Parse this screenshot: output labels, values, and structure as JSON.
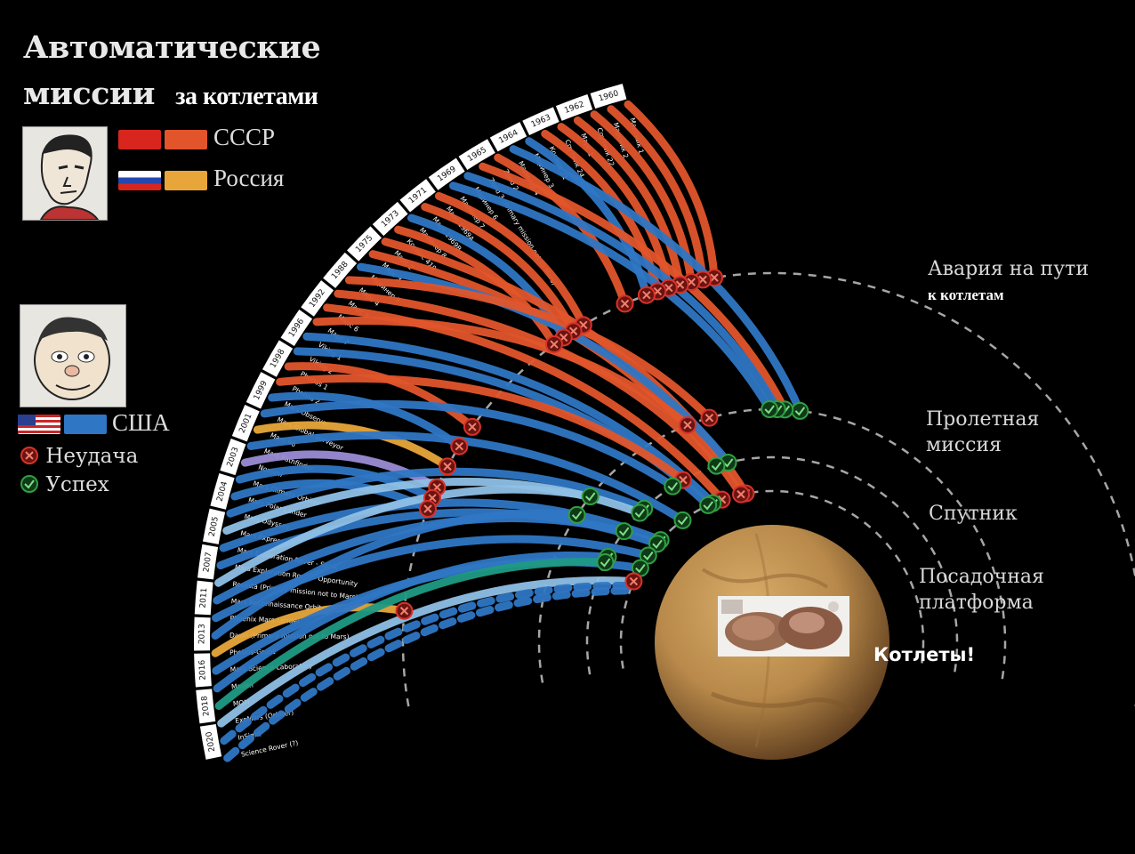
{
  "title": {
    "line1": "Автоматические",
    "line2": "миссии",
    "line2_extra": "за котлетами"
  },
  "legend": {
    "ussr": "СССР",
    "russia": "Россия",
    "usa": "США",
    "fail": "Неудача",
    "success": "Успех"
  },
  "zones": {
    "crash": "Авария на пути",
    "crash2": "к котлетам",
    "flyby1": "Пролетная",
    "flyby2": "миссия",
    "orbit": "Спутник",
    "lander1": "Посадочная",
    "lander2": "платформа"
  },
  "center_label": "Котлеты!",
  "colors": {
    "ussr": "#e2552b",
    "russia": "#e8a63a",
    "usa": "#2f76c4",
    "usa_light": "#8fc0e6",
    "esa_green": "#1f9a84",
    "purple": "#9a8cd4",
    "sand": "#d8c8a0",
    "mars": "#b8894a",
    "fail": "#d8322a",
    "success": "#2fa043"
  },
  "years": [
    "1960",
    "1962",
    "1963",
    "1964",
    "1965",
    "1969",
    "1971",
    "1973",
    "1975",
    "1988",
    "1992",
    "1996",
    "1998",
    "1999",
    "2001",
    "2003",
    "2004",
    "2005",
    "2007",
    "2011",
    "2013",
    "2016",
    "2018",
    "2020"
  ],
  "missions": [
    {
      "name": "Марсник 1",
      "agency": "ussr",
      "outcome": "fail",
      "zone": "crash"
    },
    {
      "name": "Марсник 2",
      "agency": "ussr",
      "outcome": "fail",
      "zone": "crash"
    },
    {
      "name": "Спутник 22",
      "agency": "ussr",
      "outcome": "fail",
      "zone": "crash"
    },
    {
      "name": "Марс 1",
      "agency": "ussr",
      "outcome": "fail",
      "zone": "crash"
    },
    {
      "name": "Спутник 24",
      "agency": "ussr",
      "outcome": "fail",
      "zone": "crash"
    },
    {
      "name": "Космос 21",
      "agency": "ussr",
      "outcome": "fail",
      "zone": "crash"
    },
    {
      "name": "Маринер 3",
      "agency": "usa",
      "outcome": "fail",
      "zone": "crash"
    },
    {
      "name": "Маринер 4",
      "agency": "usa",
      "outcome": "success",
      "zone": "flyby"
    },
    {
      "name": "Zond 2",
      "agency": "ussr",
      "outcome": "fail",
      "zone": "crash"
    },
    {
      "name": "Zond 3 (Primary mission not to Mars)",
      "agency": "ussr",
      "outcome": "success",
      "zone": "flyby"
    },
    {
      "name": "Маринер 6",
      "agency": "usa",
      "outcome": "success",
      "zone": "flyby"
    },
    {
      "name": "Маринер 7",
      "agency": "usa",
      "outcome": "success",
      "zone": "flyby"
    },
    {
      "name": "Марс 1969А",
      "agency": "ussr",
      "outcome": "fail",
      "zone": "crash"
    },
    {
      "name": "Марс 1969В",
      "agency": "ussr",
      "outcome": "fail",
      "zone": "crash"
    },
    {
      "name": "Маринер 8",
      "agency": "usa",
      "outcome": "fail",
      "zone": "crash"
    },
    {
      "name": "Космос 419",
      "agency": "ussr",
      "outcome": "fail",
      "zone": "crash"
    },
    {
      "name": "Марс 2",
      "agency": "ussr",
      "outcome": "fail",
      "zone": "lander"
    },
    {
      "name": "Марс 3",
      "agency": "ussr",
      "outcome": "fail",
      "zone": "lander"
    },
    {
      "name": "Маринер 9",
      "agency": "usa",
      "outcome": "success",
      "zone": "orbit"
    },
    {
      "name": "Марс 4",
      "agency": "ussr",
      "outcome": "fail",
      "zone": "flyby"
    },
    {
      "name": "Марс 5",
      "agency": "ussr",
      "outcome": "success",
      "zone": "orbit"
    },
    {
      "name": "Марс 6",
      "agency": "ussr",
      "outcome": "fail",
      "zone": "lander"
    },
    {
      "name": "Марс 7",
      "agency": "ussr",
      "outcome": "fail",
      "zone": "flyby"
    },
    {
      "name": "Viking 1",
      "agency": "usa",
      "outcome": "success",
      "zone": "lander"
    },
    {
      "name": "Viking 2",
      "agency": "usa",
      "outcome": "success",
      "zone": "lander"
    },
    {
      "name": "Phobos 1",
      "agency": "ussr",
      "outcome": "fail",
      "zone": "crash"
    },
    {
      "name": "Phobos 2",
      "agency": "ussr",
      "outcome": "fail",
      "zone": "orbit"
    },
    {
      "name": "Mars Observer",
      "agency": "usa",
      "outcome": "fail",
      "zone": "crash"
    },
    {
      "name": "Mars Global Surveyor",
      "agency": "usa",
      "outcome": "success",
      "zone": "orbit"
    },
    {
      "name": "Mars 96",
      "agency": "russia",
      "outcome": "fail",
      "zone": "crash"
    },
    {
      "name": "Mars Pathfinder",
      "agency": "usa",
      "outcome": "success",
      "zone": "lander"
    },
    {
      "name": "Nozomi",
      "agency": "japan",
      "outcome": "fail",
      "zone": "crash"
    },
    {
      "name": "Mars Climate Orbiter",
      "agency": "usa",
      "outcome": "fail",
      "zone": "crash"
    },
    {
      "name": "Mars Polar Lander",
      "agency": "usa",
      "outcome": "fail",
      "zone": "crash"
    },
    {
      "name": "Mars Odyssey",
      "agency": "usa",
      "outcome": "success",
      "zone": "orbit"
    },
    {
      "name": "Mars Express",
      "agency": "esa",
      "outcome": "success",
      "zone": "orbit"
    },
    {
      "name": "Mars Exploration Rover - Spirit",
      "agency": "usa",
      "outcome": "success",
      "zone": "lander"
    },
    {
      "name": "Mars Exploration Rover - Opportunity",
      "agency": "usa",
      "outcome": "success",
      "zone": "lander"
    },
    {
      "name": "Rosetta (Primary mission not to Mars)",
      "agency": "esa",
      "outcome": "success",
      "zone": "flyby"
    },
    {
      "name": "Mars Reconnaissance Orbiter",
      "agency": "usa",
      "outcome": "success",
      "zone": "orbit"
    },
    {
      "name": "Phoenix Mars Lander",
      "agency": "usa",
      "outcome": "success",
      "zone": "lander"
    },
    {
      "name": "Dawn (Primary mission not to Mars)",
      "agency": "usa",
      "outcome": "success",
      "zone": "flyby"
    },
    {
      "name": "Phobos-Grunt",
      "agency": "russia",
      "outcome": "fail",
      "zone": "crash"
    },
    {
      "name": "Mars Science Laboratory",
      "agency": "usa",
      "outcome": "success",
      "zone": "lander"
    },
    {
      "name": "Maven",
      "agency": "usa",
      "outcome": "success",
      "zone": "orbit"
    },
    {
      "name": "MOM",
      "agency": "india",
      "outcome": "success",
      "zone": "orbit"
    },
    {
      "name": "ExoMars (Orbiter)",
      "agency": "esa",
      "outcome": "fail",
      "zone": "lander"
    },
    {
      "name": "InSight",
      "agency": "usa",
      "outcome": "pending",
      "zone": "lander"
    },
    {
      "name": "Science Rover (?)",
      "agency": "usa",
      "outcome": "pending",
      "zone": "lander"
    }
  ]
}
